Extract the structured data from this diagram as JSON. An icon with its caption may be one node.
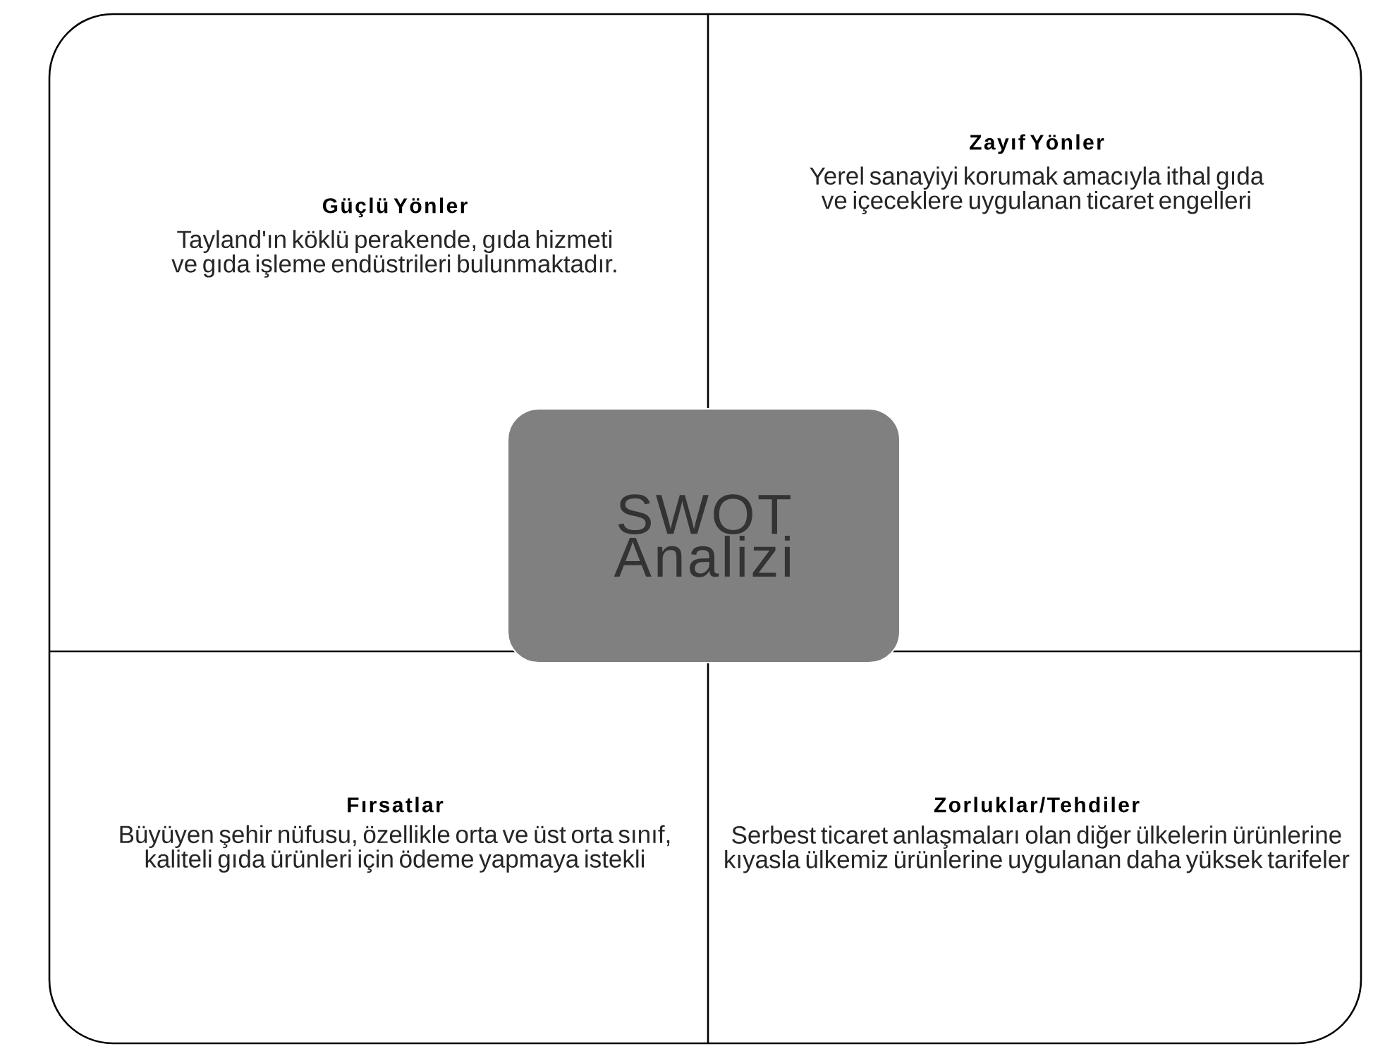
{
  "diagram": {
    "nodes": [
      {
        "text": [
          "Güçlü Yönler",
          "Tayland'ın köklü perakende, gıda hizmeti ve gıda işleme endüstrileri bulunmaktadır."
        ]
      },
      {
        "text": [
          "Zayıf Yönler",
          "Yerel sanayiyi korumak amacıyla ithal gıda ve içeceklere uygulanan ticaret engelleri"
        ]
      },
      {
        "text": [
          "Fırsatlar",
          "Büyüyen şehir nüfusu, özellikle orta ve üst orta sınıf, kaliteli gıda ürünleri için ödeme yapmaya istekli"
        ]
      },
      {
        "text": [
          "Zorluklar/Tehdiler",
          "Serbest ticaret anlaşmaları olan diğer ülkelerin ürünlerine kıyasla ülkemiz ürünlerine uygulanan daha yüksek tarifeler"
        ]
      },
      {
        "text": [
          "SWOT Analizi"
        ]
      }
    ]
  }
}
